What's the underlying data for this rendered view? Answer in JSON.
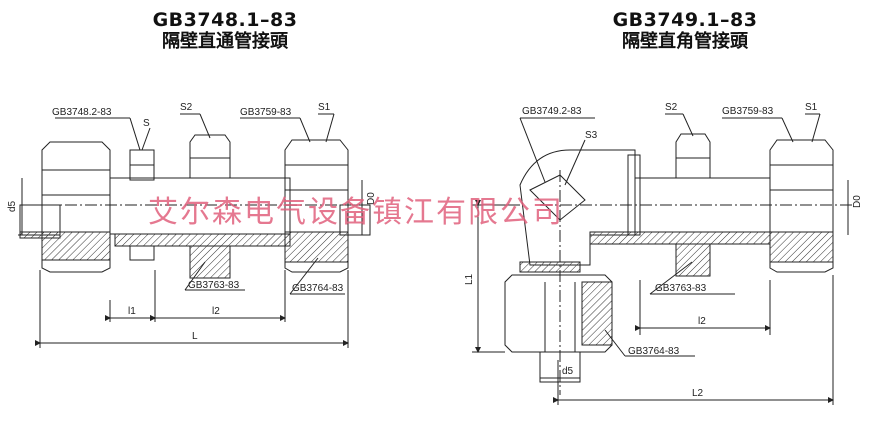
{
  "left": {
    "title_code": "GB3748.1–83",
    "title_name": "隔壁直通管接頭",
    "labels": {
      "part_a": "GB3748.2-83",
      "s": "S",
      "s2": "S2",
      "part_b": "GB3759-83",
      "s1": "S1",
      "d5": "d5",
      "d0": "D0",
      "part_c": "GB3763-83",
      "part_d": "GB3764-83",
      "l1": "l1",
      "l2": "l2",
      "L": "L"
    }
  },
  "right": {
    "title_code": "GB3749.1–83",
    "title_name": "隔壁直角管接頭",
    "labels": {
      "part_a": "GB3749.2-83",
      "s3": "S3",
      "s2": "S2",
      "part_b": "GB3759-83",
      "s1": "S1",
      "d0": "D0",
      "L1": "L1",
      "part_c": "GB3763-83",
      "l2": "l2",
      "part_d": "GB3764-83",
      "d5": "d5",
      "L2": "L2"
    }
  },
  "watermark": "艾尔森电气设备镇江有限公司",
  "colors": {
    "line": "#222222",
    "hatch": "#333333",
    "watermark": "#e0607c"
  }
}
